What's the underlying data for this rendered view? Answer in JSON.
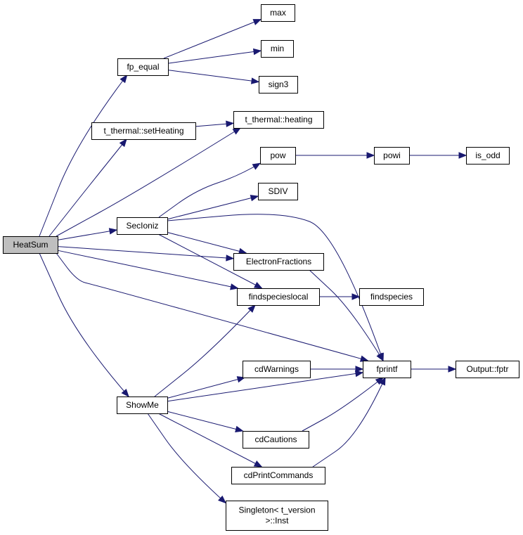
{
  "diagram": {
    "nodes": {
      "heatsum": {
        "label": [
          "HeatSum"
        ],
        "root": true
      },
      "fp_equal": {
        "label": [
          "fp_equal"
        ]
      },
      "max": {
        "label": [
          "max"
        ]
      },
      "min": {
        "label": [
          "min"
        ]
      },
      "sign3": {
        "label": [
          "sign3"
        ]
      },
      "setheating": {
        "label": [
          "t_thermal::setHeating"
        ]
      },
      "heating": {
        "label": [
          "t_thermal::heating"
        ]
      },
      "pow": {
        "label": [
          "pow"
        ]
      },
      "powi": {
        "label": [
          "powi"
        ]
      },
      "is_odd": {
        "label": [
          "is_odd"
        ]
      },
      "sdiv": {
        "label": [
          "SDIV"
        ]
      },
      "secioniz": {
        "label": [
          "SecIoniz"
        ]
      },
      "electronfractions": {
        "label": [
          "ElectronFractions"
        ]
      },
      "findspecieslocal": {
        "label": [
          "findspecieslocal"
        ]
      },
      "findspecies": {
        "label": [
          "findspecies"
        ]
      },
      "cdwarnings": {
        "label": [
          "cdWarnings"
        ]
      },
      "fprintf": {
        "label": [
          "fprintf"
        ]
      },
      "output_fptr": {
        "label": [
          "Output::fptr"
        ]
      },
      "showme": {
        "label": [
          "ShowMe"
        ]
      },
      "cdcautions": {
        "label": [
          "cdCautions"
        ]
      },
      "cdprintcommands": {
        "label": [
          "cdPrintCommands"
        ]
      },
      "singleton": {
        "label": [
          "Singleton< t_version",
          ">::Inst"
        ]
      }
    },
    "edges": [
      [
        "heatsum",
        "fp_equal"
      ],
      [
        "fp_equal",
        "max"
      ],
      [
        "fp_equal",
        "min"
      ],
      [
        "fp_equal",
        "sign3"
      ],
      [
        "heatsum",
        "setheating"
      ],
      [
        "setheating",
        "heating"
      ],
      [
        "heatsum",
        "heating"
      ],
      [
        "heatsum",
        "secioniz"
      ],
      [
        "secioniz",
        "pow"
      ],
      [
        "pow",
        "powi"
      ],
      [
        "powi",
        "is_odd"
      ],
      [
        "secioniz",
        "sdiv"
      ],
      [
        "secioniz",
        "electronfractions"
      ],
      [
        "secioniz",
        "findspecieslocal"
      ],
      [
        "secioniz",
        "fprintf"
      ],
      [
        "heatsum",
        "electronfractions"
      ],
      [
        "heatsum",
        "findspecieslocal"
      ],
      [
        "heatsum",
        "fprintf"
      ],
      [
        "heatsum",
        "showme"
      ],
      [
        "electronfractions",
        "fprintf"
      ],
      [
        "findspecieslocal",
        "findspecies"
      ],
      [
        "fprintf",
        "output_fptr"
      ],
      [
        "showme",
        "findspecieslocal"
      ],
      [
        "showme",
        "cdwarnings"
      ],
      [
        "showme",
        "fprintf"
      ],
      [
        "showme",
        "cdcautions"
      ],
      [
        "showme",
        "cdprintcommands"
      ],
      [
        "showme",
        "singleton"
      ],
      [
        "cdwarnings",
        "fprintf"
      ],
      [
        "cdcautions",
        "fprintf"
      ],
      [
        "cdprintcommands",
        "fprintf"
      ]
    ]
  }
}
